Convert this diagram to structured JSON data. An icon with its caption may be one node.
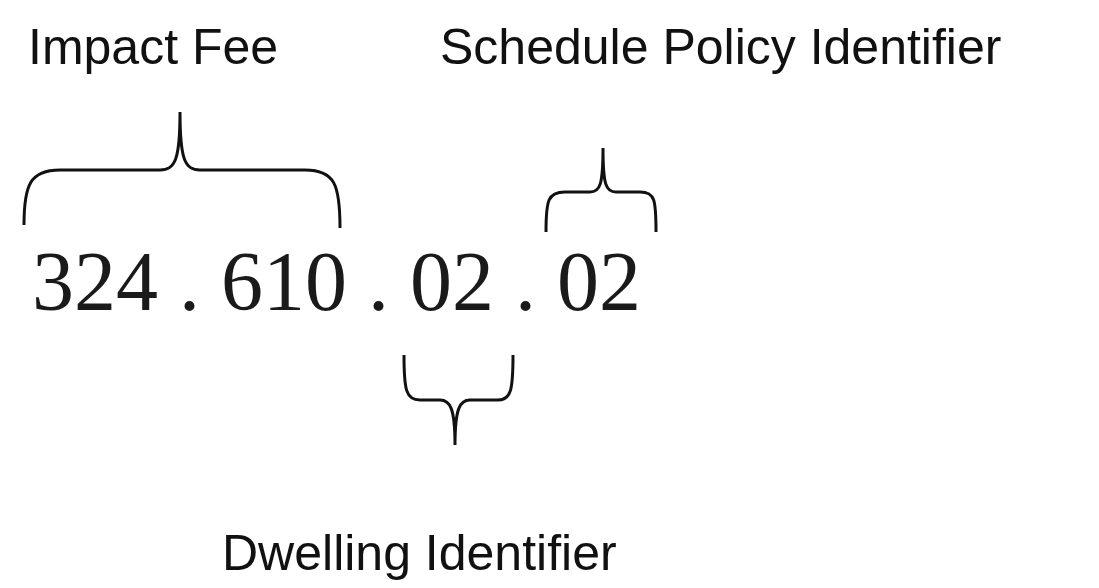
{
  "diagram": {
    "labels": [
      "Impact Fee",
      "Schedule Policy Identifier",
      "324 . 610 . 02 . 02",
      "Dwelling Identifier"
    ]
  }
}
